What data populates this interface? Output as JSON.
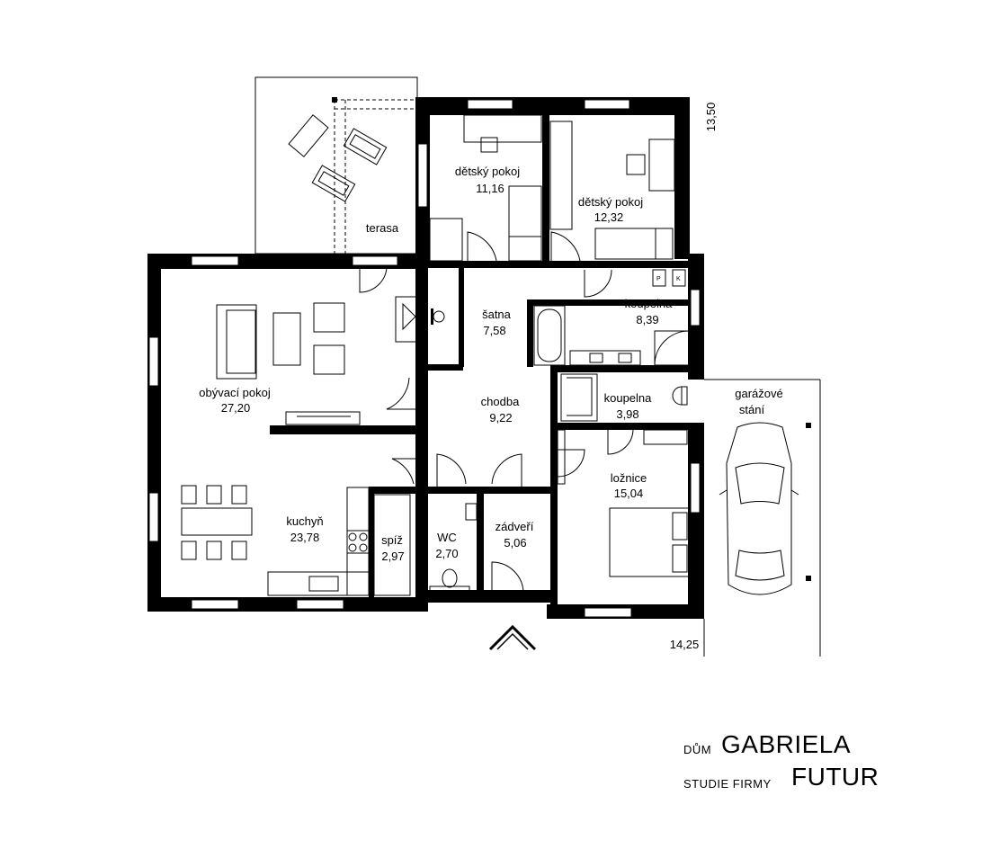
{
  "rooms": {
    "terasa": {
      "name": "terasa",
      "area": ""
    },
    "detsky1": {
      "name": "dětský pokoj",
      "area": "11,16"
    },
    "detsky2": {
      "name": "dětský pokoj",
      "area": "12,32"
    },
    "satna": {
      "name": "šatna",
      "area": "7,58"
    },
    "koupelna1": {
      "name": "koupelna",
      "area": "8,39"
    },
    "obyvaci": {
      "name": "obývací pokoj",
      "area": "27,20"
    },
    "chodba": {
      "name": "chodba",
      "area": "9,22"
    },
    "koupelna2": {
      "name": "koupelna",
      "area": "3,98"
    },
    "loznice": {
      "name": "ložnice",
      "area": "15,04"
    },
    "kuchyn": {
      "name": "kuchyň",
      "area": "23,78"
    },
    "spiz": {
      "name": "spíž",
      "area": "2,97"
    },
    "wc": {
      "name": "WC",
      "area": "2,70"
    },
    "zadveri": {
      "name": "zádveří",
      "area": "5,06"
    },
    "garaz": {
      "line1": "garážové",
      "line2": "stání"
    }
  },
  "dimensions": {
    "depth": "13,50",
    "width": "14,25"
  },
  "appliance_labels": {
    "p": "P",
    "k": "K"
  },
  "title_block": {
    "house_label": "DŮM",
    "house_name": "GABRIELA",
    "studio_label": "STUDIE FIRMY",
    "studio_name": "FUTUR"
  }
}
